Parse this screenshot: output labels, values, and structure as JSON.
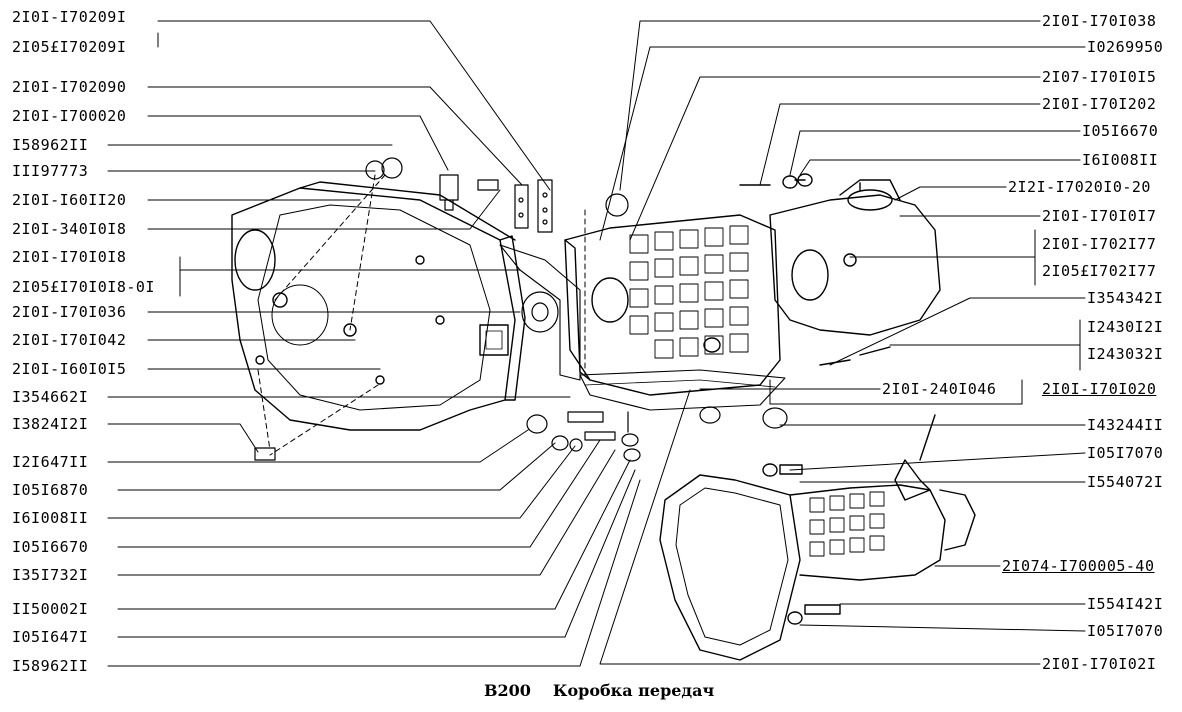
{
  "figure": {
    "code": "B200",
    "title": "Коробка передач"
  },
  "labels_left": [
    "2I0I-I70209I",
    "2I05£I70209I",
    "2I0I-I702090",
    "2I0I-I700020",
    "I58962II",
    "III97773",
    "2I0I-I60II20",
    "2I0I-340I0I8",
    "2I0I-I70I0I8",
    "2I05£I70I0I8-0I",
    "2I0I-I70I036",
    "2I0I-I70I042",
    "2I0I-I60I0I5",
    "I354662I",
    "I3824I2I",
    "I2I647II",
    "I05I6870",
    "I6I008II",
    "I05I6670",
    "I35I732I",
    "II50002I",
    "I05I647I",
    "I58962II"
  ],
  "labels_right": [
    "2I0I-I70I038",
    "I0269950",
    "2I07-I70I0I5",
    "2I0I-I70I202",
    "I05I6670",
    "I6I008II",
    "2I2I-I7020I0-20",
    "2I0I-I70I0I7",
    "2I0I-I702I77",
    "2I05£I702I77",
    "I354342I",
    "I2430I2I",
    "I243032I",
    "2I0I-240I046",
    "2I0I-I70I020",
    "I43244II",
    "I05I7070",
    "I554072I",
    "2I074-I700005-40",
    "I554I42I",
    "I05I7070",
    "2I0I-I70I02I"
  ]
}
